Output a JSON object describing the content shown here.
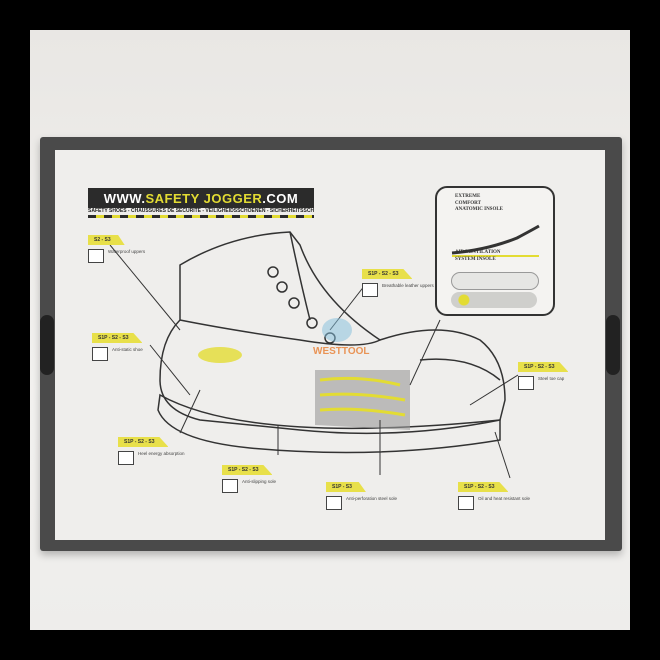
{
  "brand": {
    "prefix": "WWW.",
    "name": "SAFETY JOGGER",
    ".com": ".COM",
    "subtitle": "SAFETY SHOES - CHAUSSURES DE SECURITE - VEILIGHEIDSSCHOENEN - SICHERHEITSSCHUHE"
  },
  "insole": {
    "title": "EXTREME COMFORT ANATOMIC INSOLE",
    "ventilation": "AIR VENTILATION SYSTEM INSOLE"
  },
  "callouts": [
    {
      "tag": "S2 - S3",
      "desc": "Waterproof uppers"
    },
    {
      "tag": "S1P - S2 - S3",
      "desc": "Anti-static shoe"
    },
    {
      "tag": "S1P - S2 - S3",
      "desc": "Breathable leather uppers"
    },
    {
      "tag": "S1P - S2 - S3",
      "desc": "Steel toe cap"
    },
    {
      "tag": "S1P - S2 - S3",
      "desc": "Heel energy absorption"
    },
    {
      "tag": "S1P - S2 - S3",
      "desc": "Anti-slipping sole"
    },
    {
      "tag": "S1P - S3",
      "desc": "Anti-perforation steel sole"
    },
    {
      "tag": "S1P - S2 - S3",
      "desc": "Oil and heat resistant sole"
    }
  ],
  "watermark": "WESTTOOL",
  "colors": {
    "accent": "#e3dc33",
    "box": "#4a4a4a",
    "panel": "#efeeec"
  }
}
